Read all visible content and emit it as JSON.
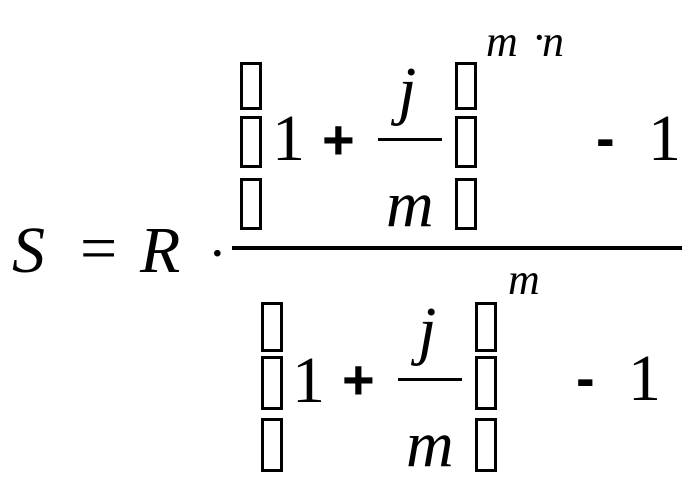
{
  "formula": {
    "lhs": "S",
    "equals": "=",
    "coefficient": "R",
    "dot": "·",
    "numerator": {
      "one": "1",
      "plus": "+",
      "frac_num": "j",
      "frac_den": "m",
      "exponent_m": "m",
      "exponent_dot": "·",
      "exponent_n": "n",
      "minus": "-",
      "minus_one": "1"
    },
    "denominator": {
      "one": "1",
      "plus": "+",
      "frac_num": "j",
      "frac_den": "m",
      "exponent": "m",
      "minus": "-",
      "minus_one": "1"
    }
  }
}
